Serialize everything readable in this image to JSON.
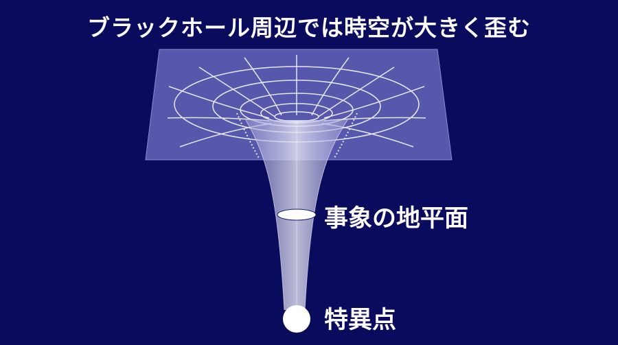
{
  "title": "ブラックホール周辺では時空が大きく歪む",
  "labels": {
    "event_horizon": "事象の地平面",
    "singularity": "特異点"
  },
  "colors": {
    "background": "#0b0b5e",
    "plane": "#5f60b4",
    "grid": "#e6e6f5",
    "text": "#ffffff"
  }
}
